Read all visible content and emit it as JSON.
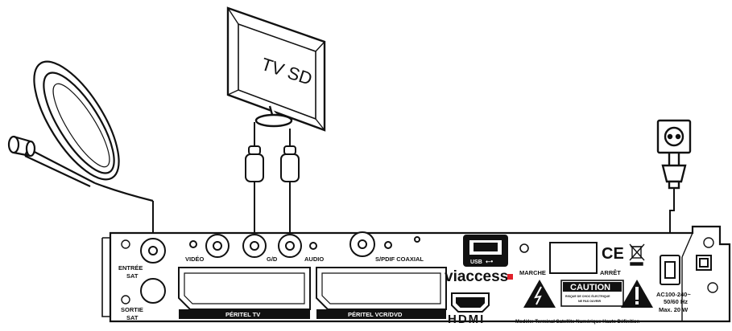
{
  "tv": {
    "label": "TV SD"
  },
  "panel": {
    "entree_sat": [
      "ENTRÉE",
      "SAT"
    ],
    "sortie_sat": [
      "SORTIE",
      "SAT"
    ],
    "video": "VIDÉO",
    "gd": "G/D",
    "audio": "AUDIO",
    "spdif": "S/PDIF COAXIAL",
    "peritel_tv": "PÉRITEL TV",
    "peritel_vcr": "PÉRITEL VCR/DVD",
    "usb": "USB",
    "brand": "viaccess",
    "marche": "MARCHE",
    "arret": "ARRÊT",
    "ce": "CE",
    "caution": "CAUTION",
    "caution_sub": [
      "RISQUE DE CHOC ÉLECTRIQUE",
      "NE PAS OUVRIR"
    ],
    "hdmi": "HDMI",
    "power": [
      "AC100-240~",
      "50/60 Hz",
      "Max. 20 W"
    ],
    "model": "Modèle: Terminal Satellite Numérique Haute Définition"
  },
  "colors": {
    "ink": "#111111",
    "accent": "#e0202a",
    "paper": "#ffffff"
  }
}
